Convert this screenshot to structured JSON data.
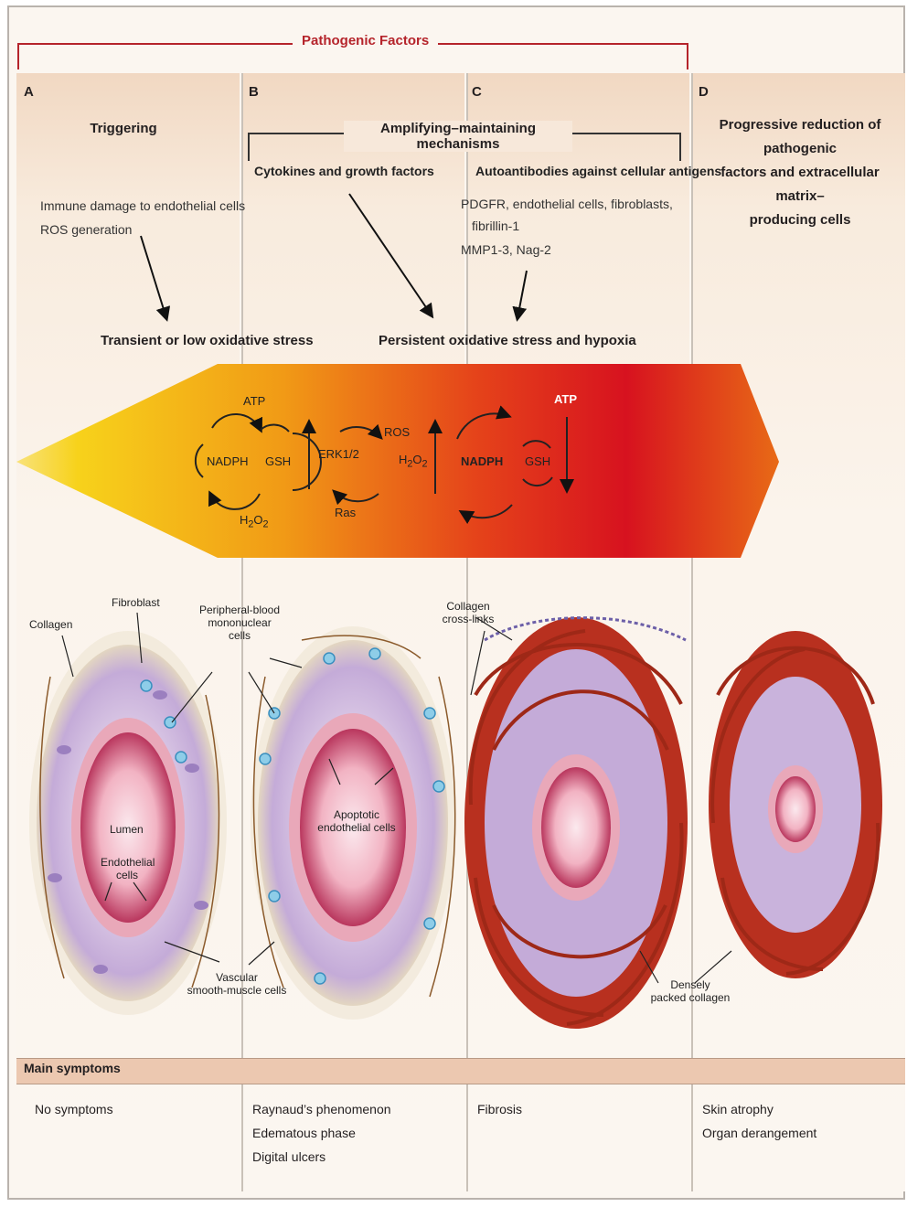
{
  "header": {
    "pathogenic_factors": "Pathogenic Factors"
  },
  "panels": {
    "A": {
      "letter": "A",
      "title": "Triggering",
      "lines": [
        "Immune damage to endothelial cells",
        "ROS generation"
      ]
    },
    "B": {
      "letter": "B",
      "cytokines": "Cytokines and growth factors"
    },
    "C": {
      "letter": "C",
      "autoantibodies": "Autoantibodies against cellular antigens",
      "lines": [
        "PDGFR, endothelial cells, fibroblasts,",
        "fibrillin-1",
        "MMP1-3, Nag-2"
      ]
    },
    "D": {
      "letter": "D",
      "title_lines": [
        "Progressive reduction of pathogenic",
        "factors and extracellular matrix–",
        "producing cells"
      ]
    }
  },
  "amplifying": "Amplifying–maintaining mechanisms",
  "stress": {
    "low": "Transient or low oxidative stress",
    "persistent": "Persistent oxidative stress and hypoxia"
  },
  "arrow_labels": {
    "atp_left": "ATP",
    "nadph_left": "NADPH",
    "gsh_left": "GSH",
    "h2o2_left": "H",
    "erk": "ERK1/2",
    "ros": "ROS",
    "ras": "Ras",
    "h2o2_mid": "H",
    "nadph_right": "NADPH",
    "gsh_right": "GSH",
    "atp_right": "ATP",
    "sub2": "2",
    "o": "O"
  },
  "cell_labels": {
    "collagen": "Collagen",
    "fibroblast": "Fibroblast",
    "pbmc": [
      "Peripheral-blood",
      "mononuclear",
      "cells"
    ],
    "lumen": "Lumen",
    "endothelial": [
      "Endothelial",
      "cells"
    ],
    "vascular": [
      "Vascular",
      "smooth-muscle cells"
    ],
    "apoptotic": [
      "Apoptotic",
      "endothelial cells"
    ],
    "crosslinks": [
      "Collagen",
      "cross-links"
    ],
    "densely": [
      "Densely",
      "packed collagen"
    ]
  },
  "symptoms": {
    "title": "Main symptoms",
    "A": [
      "No symptoms"
    ],
    "B": [
      "Raynaud’s phenomenon",
      "Edematous phase",
      "Digital ulcers"
    ],
    "C": [
      "Fibrosis"
    ],
    "D": [
      "Skin atrophy",
      "Organ derangement"
    ]
  },
  "colors": {
    "bracket": "#b5242b",
    "arrow_start": "#f7d21b",
    "arrow_mid": "#ef6a12",
    "arrow_end": "#d7121f"
  }
}
